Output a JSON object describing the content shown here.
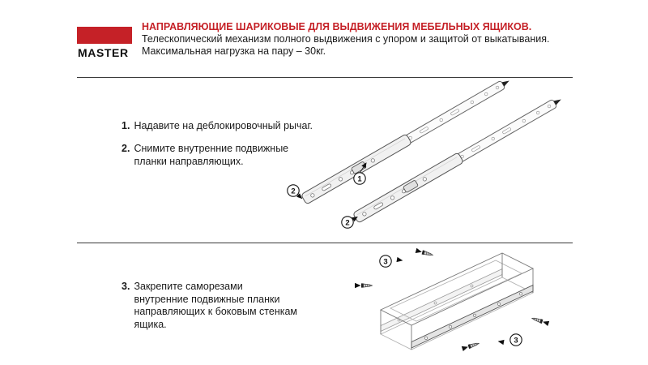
{
  "page": {
    "brand": "MASTER",
    "title": "НАПРАВЛЯЮЩИЕ ШАРИКОВЫЕ ДЛЯ ВЫДВИЖЕНИЯ МЕБЕЛЬНЫХ ЯЩИКОВ.",
    "subtitle1": "Телескопический механизм полного выдвижения с упором и защитой от выкатывания.",
    "subtitle2": "Максимальная нагрузка на пару – 30кг."
  },
  "steps": [
    {
      "num": "1.",
      "text": "Надавите на деблокировочный рычаг."
    },
    {
      "num": "2.",
      "text": "Снимите внутренние подвижные планки направляющих."
    },
    {
      "num": "3.",
      "text": "Закрепите саморезами внутренние подвижные планки направляющих к боковым стенкам ящика."
    }
  ],
  "callouts": {
    "one": "1",
    "two": "2",
    "three": "3"
  },
  "colors": {
    "accent_red": "#c52127",
    "text": "#1a1a1a",
    "drawing_stroke": "#555555"
  }
}
